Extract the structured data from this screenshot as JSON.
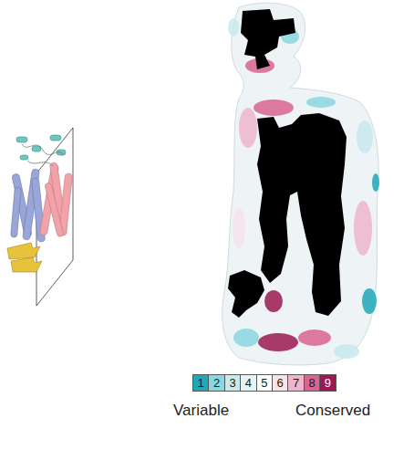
{
  "diagram": {
    "labels": [
      "Variable",
      "Conserved"
    ],
    "legend": [
      {
        "text": "1",
        "color": "#1fa9b8"
      },
      {
        "text": "2",
        "color": "#8ad7df"
      },
      {
        "text": "3",
        "color": "#c8eaee"
      },
      {
        "text": "4",
        "color": "#e6f4f6"
      },
      {
        "text": "5",
        "color": "#ffffff"
      },
      {
        "text": "6",
        "color": "#f7e3ec"
      },
      {
        "text": "7",
        "color": "#eeb6cd"
      },
      {
        "text": "8",
        "color": "#d8648f"
      },
      {
        "text": "9",
        "color": "#9c1a52"
      }
    ]
  }
}
